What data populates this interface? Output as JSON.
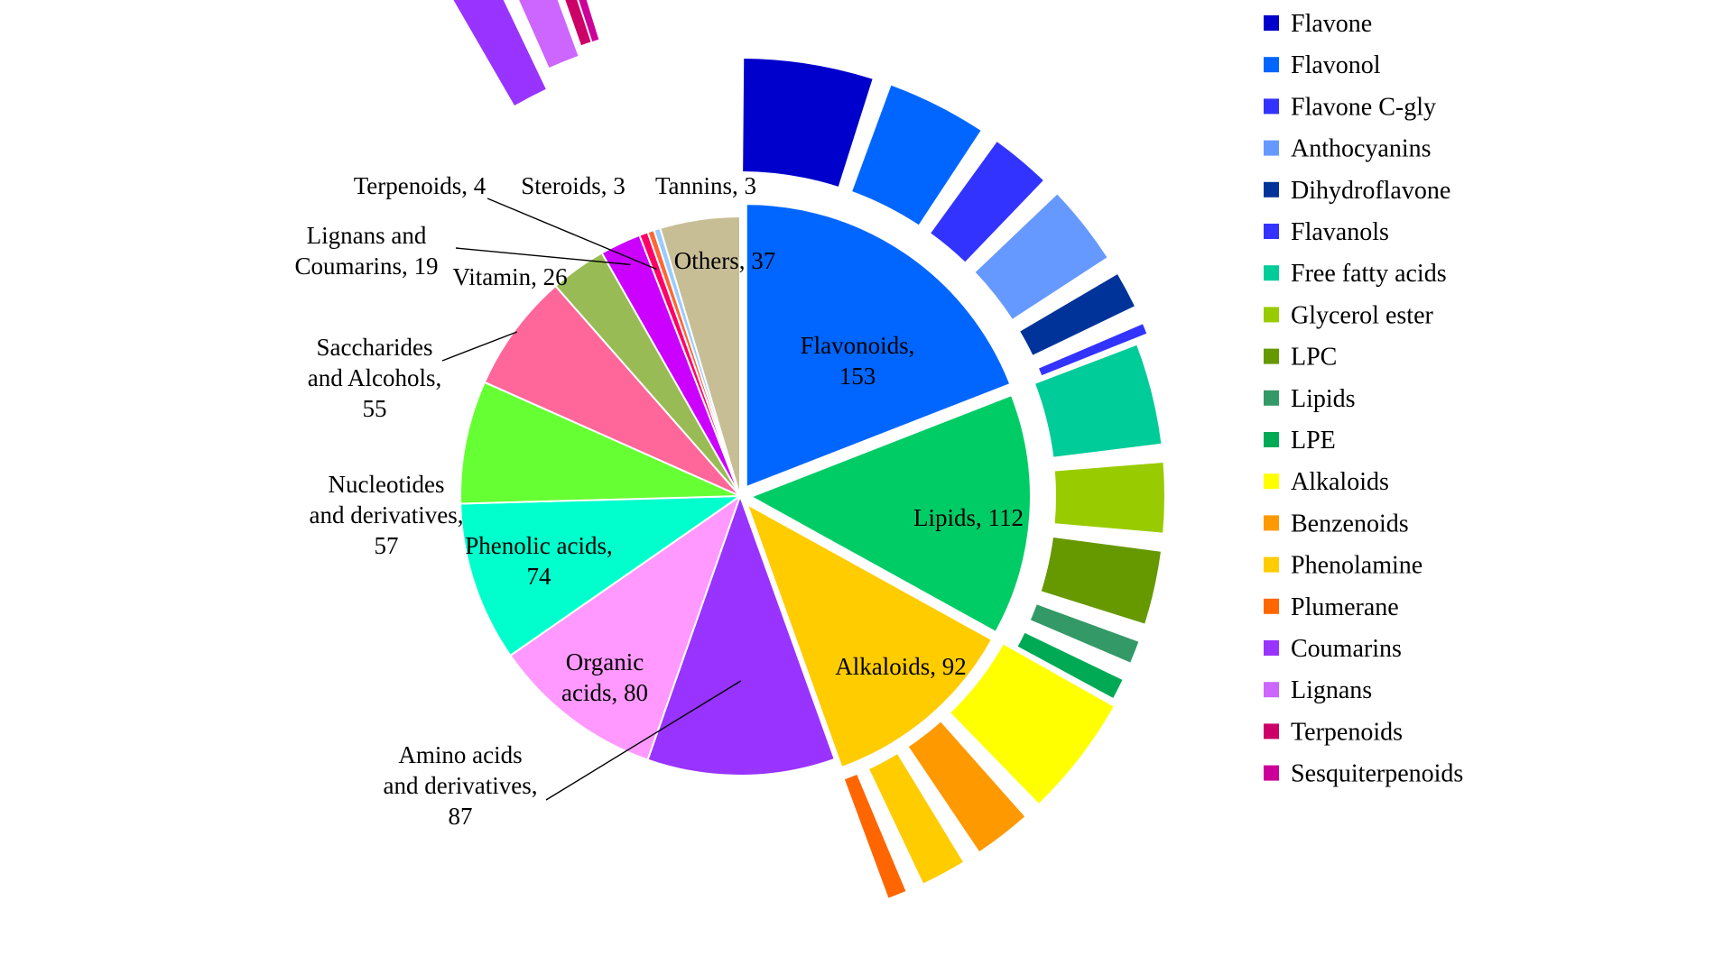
{
  "chart_data": {
    "type": "pie",
    "title": "",
    "categories": [
      {
        "name": "Flavonoids",
        "value": 153,
        "color": "#0066FF",
        "label": [
          "Flavonoids,",
          "153"
        ]
      },
      {
        "name": "Lipids",
        "value": 112,
        "color": "#00CC66",
        "label": [
          "Lipids, 112"
        ]
      },
      {
        "name": "Alkaloids",
        "value": 92,
        "color": "#FFCC00",
        "label": [
          "Alkaloids, 92"
        ]
      },
      {
        "name": "Amino acids and derivatives",
        "value": 87,
        "color": "#9933FF",
        "label": [
          "Amino acids",
          "and derivatives,",
          "87"
        ]
      },
      {
        "name": "Organic acids",
        "value": 80,
        "color": "#FF99FF",
        "label": [
          "Organic",
          "acids, 80"
        ]
      },
      {
        "name": "Phenolic acids",
        "value": 74,
        "color": "#00FFCC",
        "label": [
          "Phenolic acids,",
          "74"
        ]
      },
      {
        "name": "Nucleotides and derivatives",
        "value": 57,
        "color": "#66FF33",
        "label": [
          "Nucleotides",
          "and derivatives,",
          "57"
        ]
      },
      {
        "name": "Saccharides and Alcohols",
        "value": 55,
        "color": "#FF6699",
        "label": [
          "Saccharides",
          "and Alcohols,",
          "55"
        ]
      },
      {
        "name": "Vitamin",
        "value": 26,
        "color": "#99BB55",
        "label": [
          "Vitamin, 26"
        ]
      },
      {
        "name": "Lignans and Coumarins",
        "value": 19,
        "color": "#CC00FF",
        "label": [
          "Lignans and",
          "Coumarins, 19"
        ]
      },
      {
        "name": "Terpenoids",
        "value": 4,
        "color": "#FF0066",
        "label": [
          "Terpenoids, 4"
        ]
      },
      {
        "name": "Steroids",
        "value": 3,
        "color": "#FF6633",
        "label": [
          "Steroids, 3"
        ]
      },
      {
        "name": "Tannins",
        "value": 3,
        "color": "#99CCFF",
        "label": [
          "Tannins, 3"
        ]
      },
      {
        "name": "Others",
        "value": 37,
        "color": "#C8BE96",
        "label": [
          "Others, 37"
        ]
      }
    ],
    "subcategories": [
      {
        "name": "Flavone",
        "parent": "Flavonoids",
        "color": "#0000CC"
      },
      {
        "name": "Flavonol",
        "parent": "Flavonoids",
        "color": "#0066FF"
      },
      {
        "name": "Flavone C-gly",
        "parent": "Flavonoids",
        "color": "#3333FF"
      },
      {
        "name": "Anthocyanins",
        "parent": "Flavonoids",
        "color": "#6699FF"
      },
      {
        "name": "Dihydroflavone",
        "parent": "Flavonoids",
        "color": "#003399"
      },
      {
        "name": "Flavanols",
        "parent": "Flavonoids",
        "color": "#3333FF"
      },
      {
        "name": "Free fatty acids",
        "parent": "Lipids",
        "color": "#00CC99"
      },
      {
        "name": "Glycerol ester",
        "parent": "Lipids",
        "color": "#99CC00"
      },
      {
        "name": "LPC",
        "parent": "Lipids",
        "color": "#669900"
      },
      {
        "name": "Lipids",
        "parent": "Lipids",
        "color": "#339966"
      },
      {
        "name": "LPE",
        "parent": "Lipids",
        "color": "#00AA55"
      },
      {
        "name": "Alkaloids",
        "parent": "Alkaloids",
        "color": "#FFFF00"
      },
      {
        "name": "Benzenoids",
        "parent": "Alkaloids",
        "color": "#FF9900"
      },
      {
        "name": "Phenolamine",
        "parent": "Alkaloids",
        "color": "#FFCC00"
      },
      {
        "name": "Plumerane",
        "parent": "Alkaloids",
        "color": "#FF6600"
      },
      {
        "name": "Coumarins",
        "parent": "Lignans and Coumarins",
        "color": "#9933FF"
      },
      {
        "name": "Lignans",
        "parent": "Lignans and Coumarins",
        "color": "#CC66FF"
      },
      {
        "name": "Terpenoids",
        "parent": "Terpenoids",
        "color": "#CC0066"
      },
      {
        "name": "Sesquiterpenoids",
        "parent": "Terpenoids",
        "color": "#CC0099"
      }
    ],
    "legend_position": "right"
  }
}
